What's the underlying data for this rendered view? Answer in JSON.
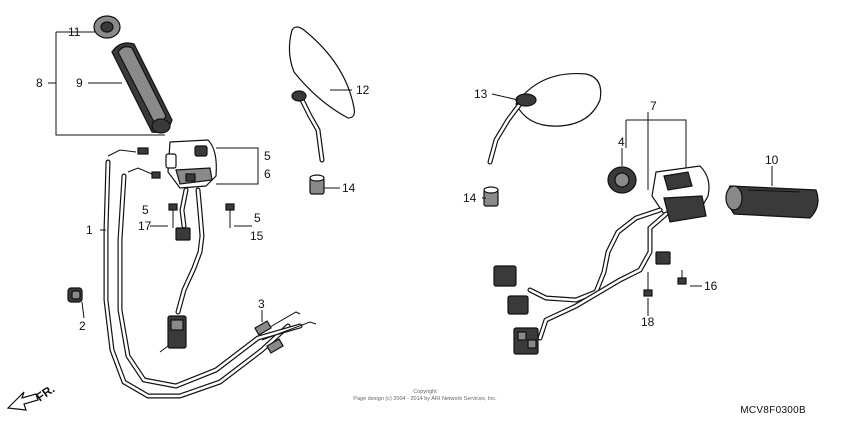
{
  "callouts": {
    "c1": "1",
    "c2": "2",
    "c3": "3",
    "c4": "4",
    "c5a": "5",
    "c5b": "5",
    "c5c": "5",
    "c6": "6",
    "c7": "7",
    "c8": "8",
    "c9": "9",
    "c10": "10",
    "c11": "11",
    "c12": "12",
    "c13": "13",
    "c14a": "14",
    "c14b": "14",
    "c15": "15",
    "c16": "16",
    "c17": "17",
    "c18": "18"
  },
  "direction_label": "FR.",
  "copyright": {
    "line1": "Copyright",
    "line2": "Page design (c) 2004 - 2014 by ARI Network Services, Inc."
  },
  "diagram_code": "MCV8F0300B"
}
